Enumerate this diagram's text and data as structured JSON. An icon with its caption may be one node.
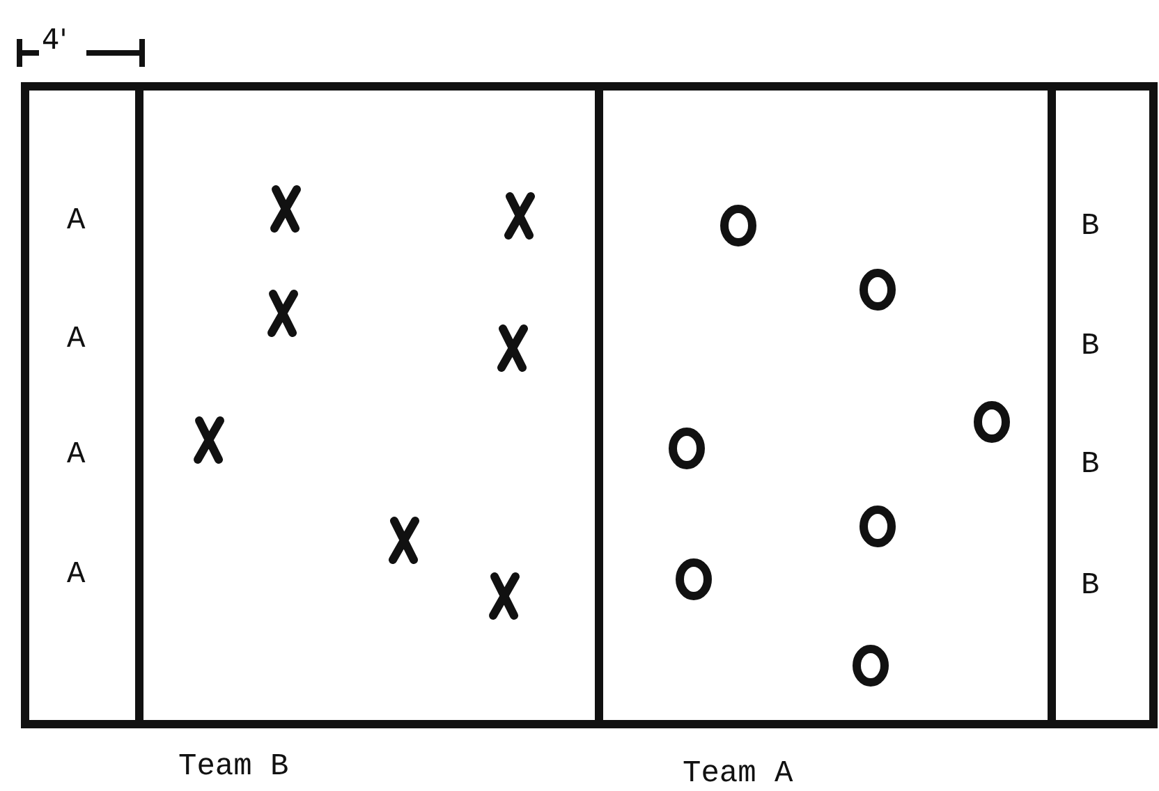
{
  "diagram": {
    "labels": [
      "4'",
      "A",
      "B",
      "A",
      "B",
      "A",
      "B",
      "A",
      "B",
      "Team B",
      "Team A"
    ]
  }
}
